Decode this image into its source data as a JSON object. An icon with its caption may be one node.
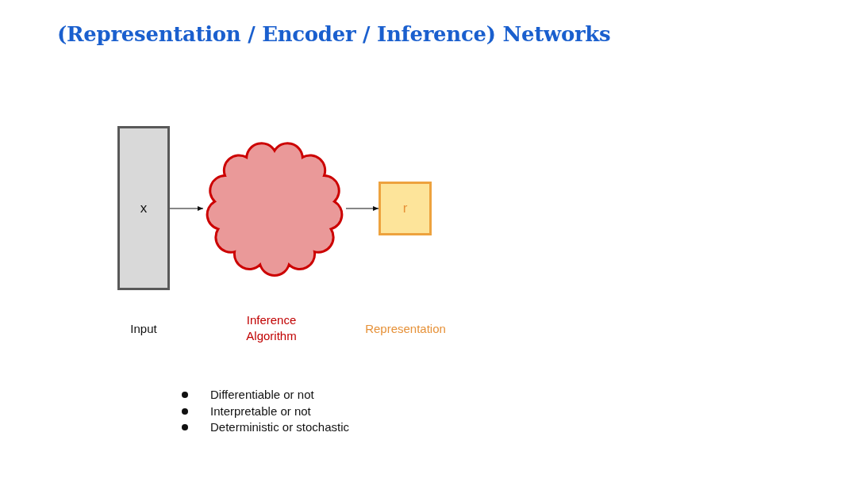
{
  "diagram": {
    "title": "(Representation / Encoder / Inference) Networks",
    "nodes": [
      {
        "text": [
          "x"
        ],
        "beside": [
          "Input"
        ]
      },
      {
        "text": [],
        "shape": "cloud",
        "beside": [
          "Inference Algorithm"
        ]
      },
      {
        "text": [
          "r"
        ]
      }
    ],
    "edges": [
      {
        "from": 0,
        "to": 1,
        "arrow": "to"
      },
      {
        "from": 1,
        "to": 2,
        "arrow": "to"
      }
    ],
    "labels": [
      "Representation",
      "Differentiable or not",
      "Interpretable or not",
      "Deterministic or stochastic"
    ]
  }
}
